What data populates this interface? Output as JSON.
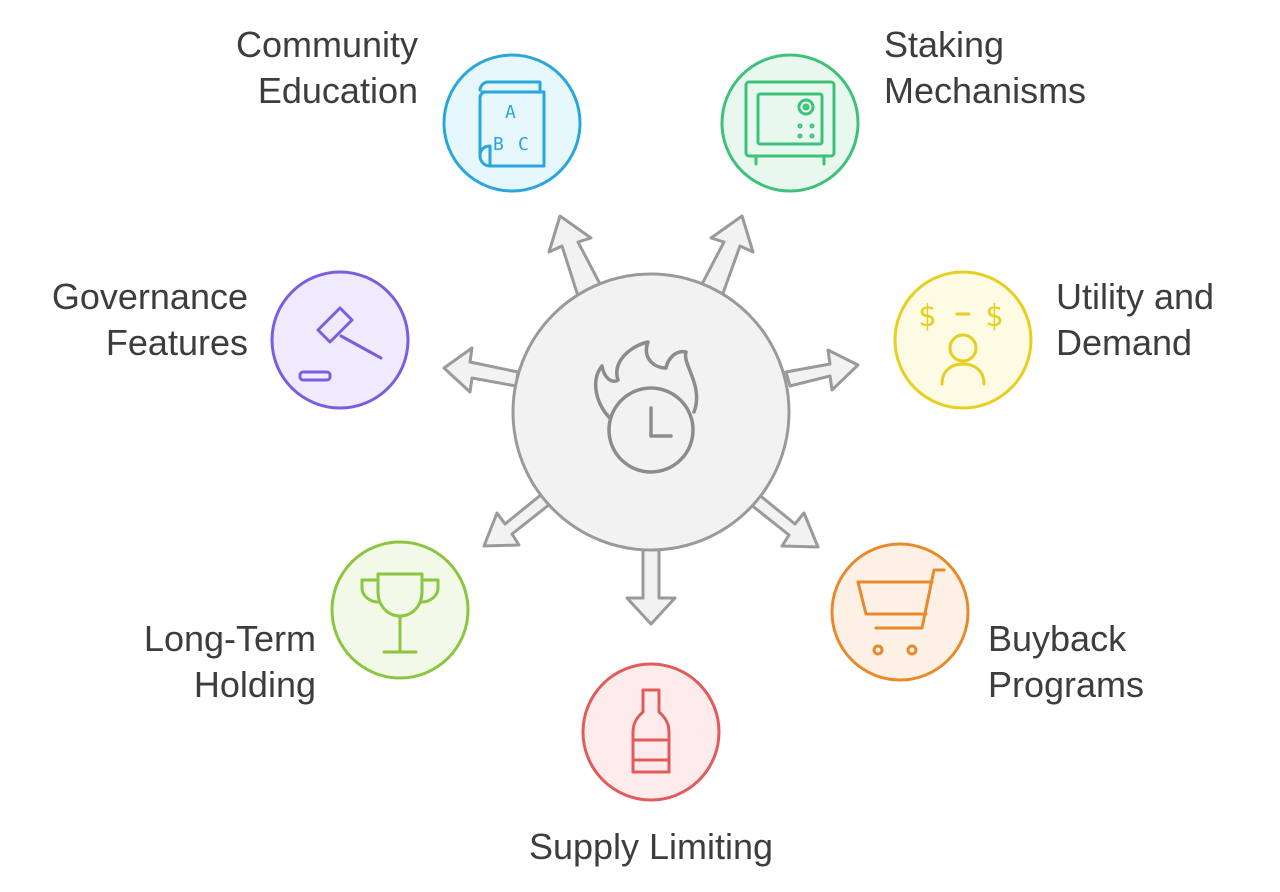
{
  "center": {
    "icon": "fire-clock-icon"
  },
  "nodes": [
    {
      "id": "community-education",
      "lines": [
        "Community",
        "Education"
      ],
      "icon": "abc-book-icon",
      "color": "#2aa7d9",
      "fill": "#e6f7fd"
    },
    {
      "id": "staking-mechanisms",
      "lines": [
        "Staking",
        "Mechanisms"
      ],
      "icon": "safe-icon",
      "color": "#3ec17a",
      "fill": "#e8f8ef"
    },
    {
      "id": "utility-and-demand",
      "lines": [
        "Utility and",
        "Demand"
      ],
      "icon": "money-person-icon",
      "color": "#e6cf1e",
      "fill": "#fdfbe3"
    },
    {
      "id": "buyback-programs",
      "lines": [
        "Buyback",
        "Programs"
      ],
      "icon": "shopping-cart-icon",
      "color": "#e88a2c",
      "fill": "#fdf1e5"
    },
    {
      "id": "supply-limiting",
      "lines": [
        "Supply Limiting"
      ],
      "icon": "bottle-icon",
      "color": "#e25b5b",
      "fill": "#fdeceb"
    },
    {
      "id": "long-term-holding",
      "lines": [
        "Long-Term",
        "Holding"
      ],
      "icon": "trophy-icon",
      "color": "#8cc63f",
      "fill": "#f2f9e8"
    },
    {
      "id": "governance-features",
      "lines": [
        "Governance",
        "Features"
      ],
      "icon": "gavel-icon",
      "color": "#7b5de0",
      "fill": "#efebfc"
    }
  ]
}
